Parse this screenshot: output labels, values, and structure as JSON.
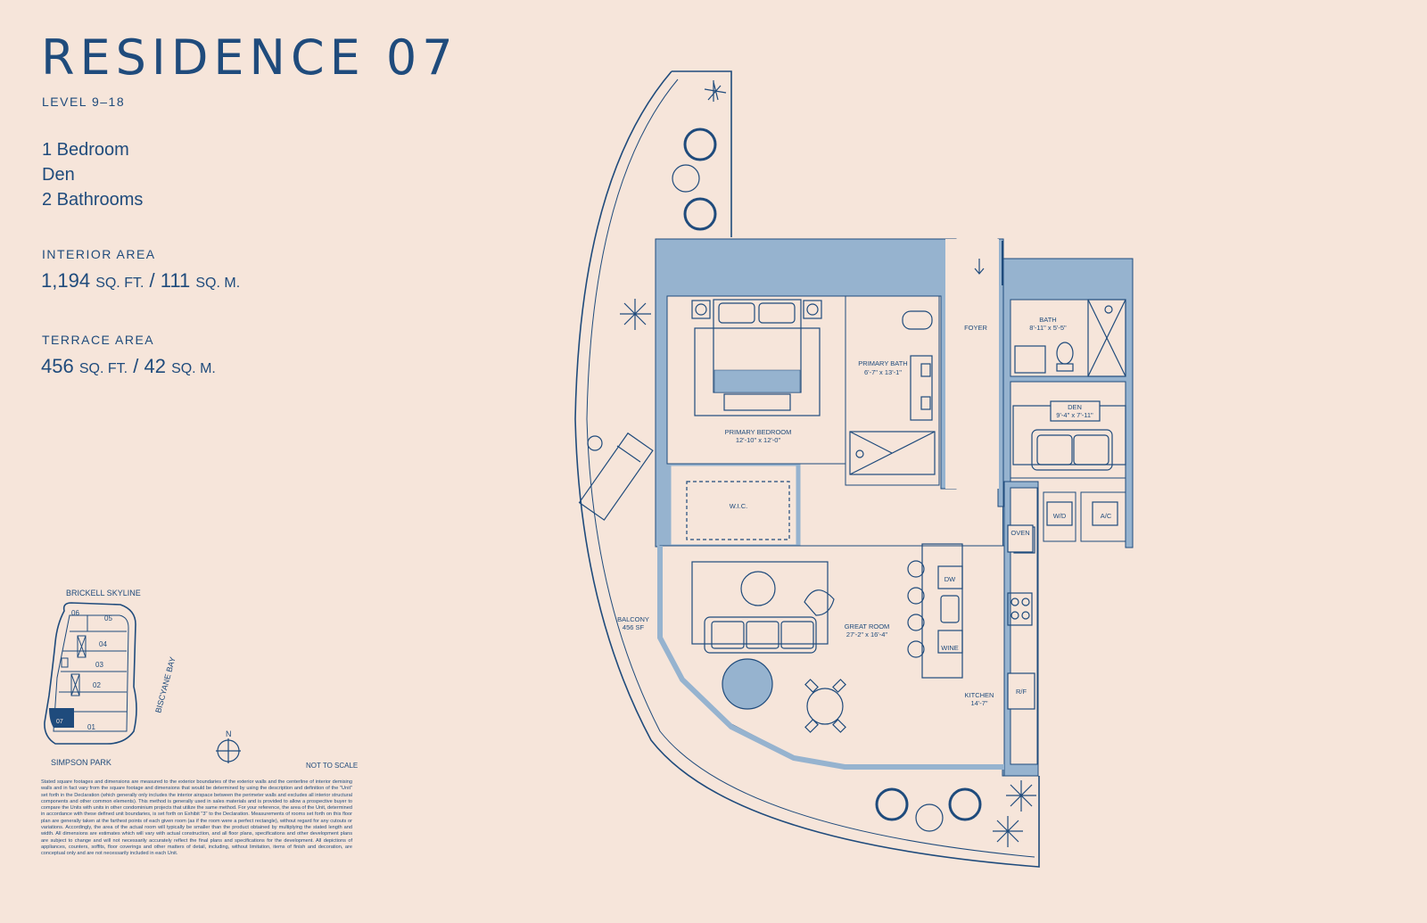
{
  "title": "RESIDENCE 07",
  "level": "LEVEL 9–18",
  "unit_type": [
    "1 Bedroom",
    "Den",
    "2 Bathrooms"
  ],
  "interior": {
    "label": "INTERIOR AREA",
    "value": "1,194",
    "u1": "SQ. FT.",
    "slash": "/",
    "value2": "111",
    "u2": "SQ. M."
  },
  "terrace": {
    "label": "TERRACE AREA",
    "value": "456",
    "u1": "SQ. FT.",
    "slash": "/",
    "value2": "42",
    "u2": "SQ. M."
  },
  "keyplan": {
    "brickell": "BRICKELL SKYLINE",
    "bay": "BISCYANE BAY",
    "park": "SIMPSON PARK",
    "units": [
      "06",
      "05",
      "04",
      "03",
      "02",
      "07",
      "01"
    ]
  },
  "compass": "N",
  "scale_note": "NOT TO SCALE",
  "disclaimer": "Stated square footages and dimensions are measured to the exterior boundaries of the exterior walls and the centerline of interior demising walls and in fact vary from the square footage and dimensions that would be determined by using the description and definition of the \"Unit\" set forth in the Declaration (which generally only includes the interior airspace between the perimeter walls and excludes all interior structural components and other common elements). This method is generally used in sales materials and is provided to allow a prospective buyer to compare the Units with units in other condominium projects that utilize the same method. For your reference, the area of the Unit, determined in accordance with these defined unit boundaries, is set forth on Exhibit \"3\" to the Declaration. Measurements of rooms set forth on this floor plan are generally taken at the farthest points of each given room (as if the room were a perfect rectangle), without regard for any cutouts or variations. Accordingly, the area of the actual room will typically be smaller than the product obtained by multiplying the stated length and width. All dimensions are estimates which will vary with actual construction, and all floor plans, specifications and other development plans are subject to change and will not necessarily accurately reflect the final plans and specifications for the development. All depictions of appliances, counters, soffits, floor coverings and other matters of detail, including, without limitation, items of finish and decoration, are conceptual only and are not necessarily included in each Unit.",
  "plan": {
    "foyer": "FOYER",
    "bath_name": "BATH",
    "bath_dim": "8'-11\" x 5'-5\"",
    "primary_bath_name": "PRIMARY BATH",
    "primary_bath_dim": "6'-7\" x 13'-1\"",
    "primary_bed_name": "PRIMARY BEDROOM",
    "primary_bed_dim": "12'-10\" x 12'-0\"",
    "den_name": "DEN",
    "den_dim": "9'-4\" x 7'-11\"",
    "wic": "W.I.C.",
    "wd": "W/D",
    "ac": "A/C",
    "oven": "OVEN",
    "dw": "DW",
    "wine": "WINE",
    "rf": "R/F",
    "balcony_name": "BALCONY",
    "balcony_dim": "456 SF",
    "great_room_name": "GREAT ROOM",
    "great_room_dim": "27'-2\" x 16'-4\"",
    "kitchen_name": "KITCHEN",
    "kitchen_dim": "14'-7\""
  },
  "colors": {
    "background": "#f6e5da",
    "ink": "#1f4b7c",
    "wall": "#96b3cf",
    "highlight": "#1f4b7c"
  }
}
